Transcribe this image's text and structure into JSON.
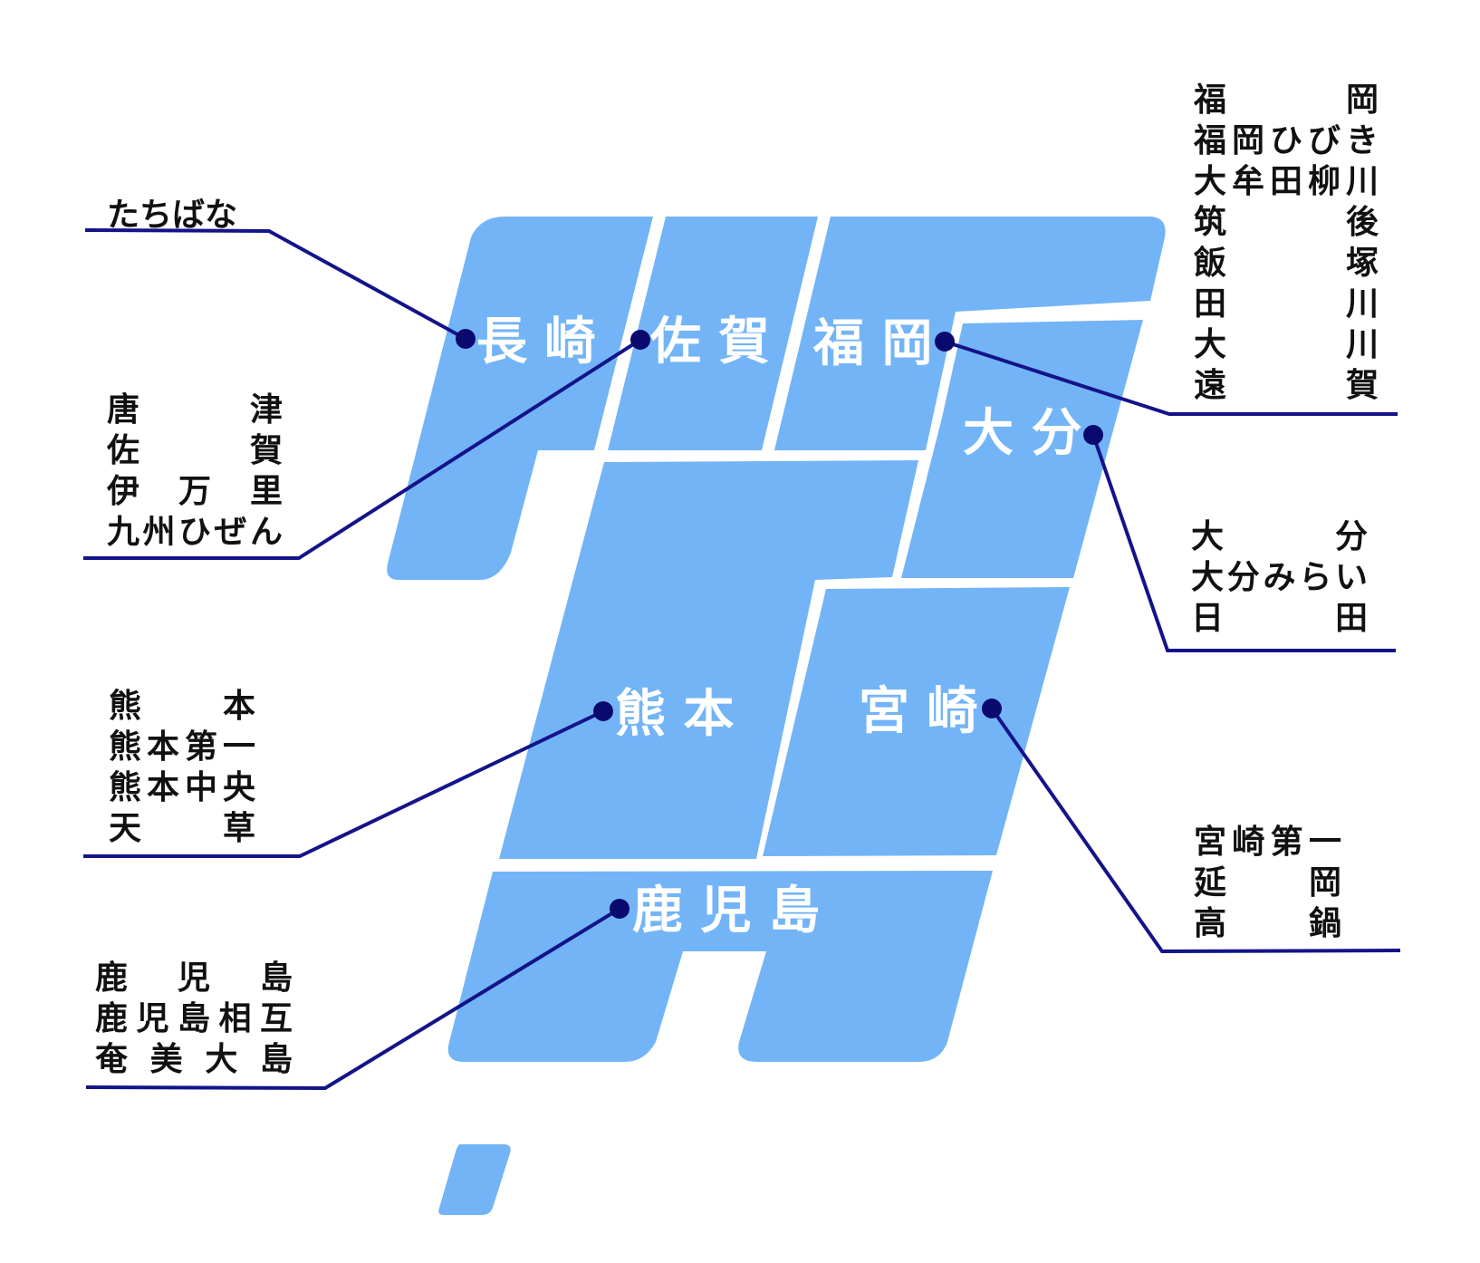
{
  "map": {
    "prefectures": {
      "nagasaki": "長 崎",
      "saga": "佐 賀",
      "fukuoka": "福 岡",
      "oita": "大 分",
      "kumamoto": "熊 本",
      "miyazaki": "宮 崎",
      "kagoshima": "鹿 児 島"
    },
    "colors": {
      "region_fill": "#73b4f7",
      "leader_line": "#13138a",
      "dot": "#0a0a6e",
      "label_text": "#ffffff",
      "list_text": "#111111"
    }
  },
  "schools": {
    "nagasaki": [
      "たちばな"
    ],
    "saga": [
      "唐津",
      "佐賀",
      "伊万里",
      "九州ひぜん"
    ],
    "fukuoka": [
      "福岡",
      "福岡ひびき",
      "大牟田柳川",
      "筑後",
      "飯塚",
      "田川",
      "大川",
      "遠賀"
    ],
    "oita": [
      "大分",
      "大分みらい",
      "日田"
    ],
    "kumamoto": [
      "熊本",
      "熊本第一",
      "熊本中央",
      "天草"
    ],
    "miyazaki": [
      "宮崎第一",
      "延岡",
      "高鍋"
    ],
    "kagoshima": [
      "鹿児島",
      "鹿児島相互",
      "奄美大島"
    ]
  }
}
